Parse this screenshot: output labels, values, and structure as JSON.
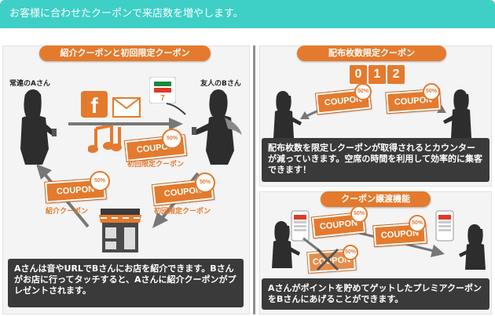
{
  "header": {
    "title": "お客様に合わせたクーポンで来店数を増やします。"
  },
  "left": {
    "tab": "紹介クーポンと初回限定クーポン",
    "person_a": "常連のAさん",
    "person_b": "友人のBさん",
    "coupon_text": "COUPON",
    "badge_text": "50%",
    "label_first": "初回限定クーポン",
    "label_intro": "紹介クーポン",
    "description": "Aさんは音やURLでBさんにお店を紹介できます。Bさんがお店に行ってタッチすると、Aさんに紹介クーポンがプレゼントされます。"
  },
  "right_top": {
    "tab": "配布枚数限定クーポン",
    "digits": [
      "0",
      "1",
      "2"
    ],
    "coupon_text": "COUPON",
    "badge_text": "50%",
    "description": "配布枚数を限定しクーポンが取得されるとカウンターが減っていきます。空席の時間を利用して効率的に集客できます！"
  },
  "right_bottom": {
    "tab": "クーポン譲渡機能",
    "coupon_text": "COUPON",
    "badge_text": "50%",
    "description": "Aさんがポイントを貯めてゲットしたプレミアクーポンをBさんにあげることができます。"
  },
  "colors": {
    "accent": "#e47a2d",
    "banner": "#3ecfc6",
    "dark": "#3a3a3a",
    "facebook": "#3b5998"
  }
}
